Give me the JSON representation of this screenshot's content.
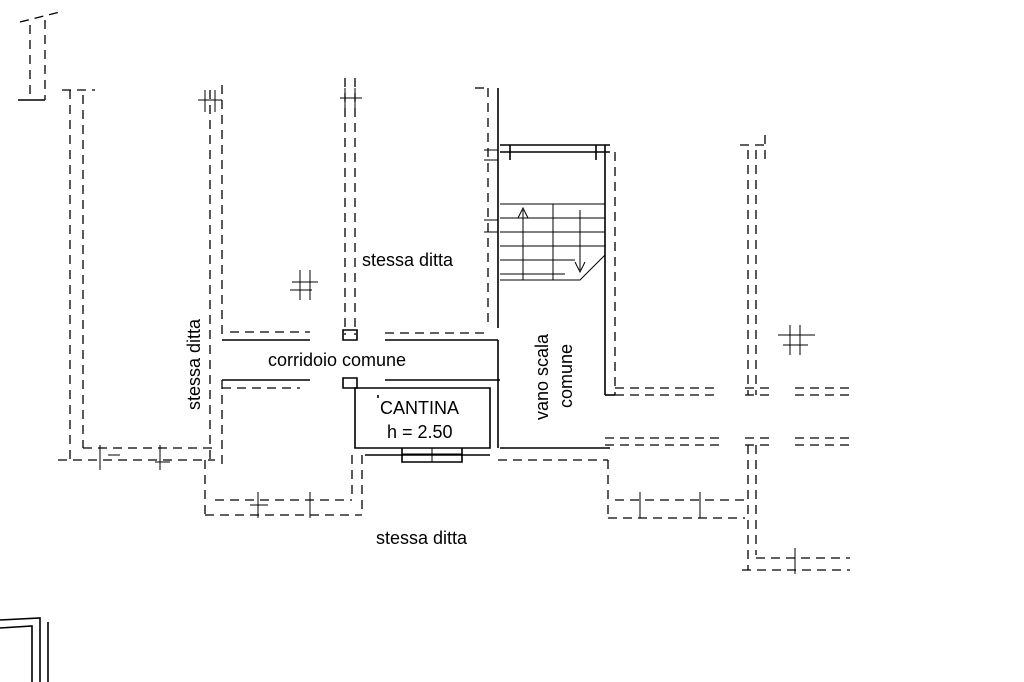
{
  "labels": {
    "stessa_ditta_top": "stessa ditta",
    "stessa_ditta_left": "stessa ditta",
    "stessa_ditta_bottom": "stessa ditta",
    "corridoio": "corridoio comune",
    "cantina_name": "CANTINA",
    "cantina_height": "h = 2.50",
    "vano_line1": "vano scala",
    "vano_line2": "comune"
  }
}
